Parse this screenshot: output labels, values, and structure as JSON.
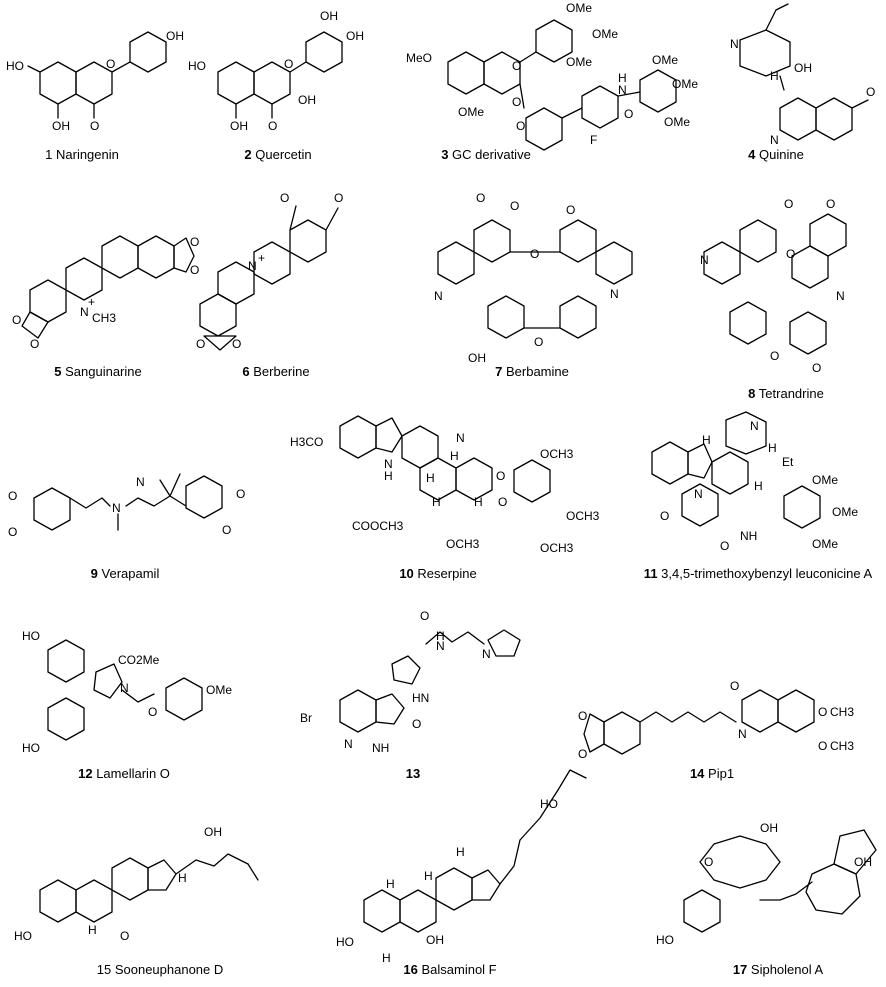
{
  "compounds": [
    {
      "num": "1",
      "name": "Naringenin",
      "bold_num": false
    },
    {
      "num": "2",
      "name": "Quercetin",
      "bold_num": true
    },
    {
      "num": "3",
      "name": "GC derivative",
      "bold_num": true
    },
    {
      "num": "4",
      "name": "Quinine",
      "bold_num": true
    },
    {
      "num": "5",
      "name": "Sanguinarine",
      "bold_num": true
    },
    {
      "num": "6",
      "name": "Berberine",
      "bold_num": true
    },
    {
      "num": "7",
      "name": "Berbamine",
      "bold_num": true
    },
    {
      "num": "8",
      "name": "Tetrandrine",
      "bold_num": true
    },
    {
      "num": "9",
      "name": "Verapamil",
      "bold_num": true
    },
    {
      "num": "10",
      "name": "Reserpine",
      "bold_num": true
    },
    {
      "num": "11",
      "name": "3,4,5-trimethoxybenzyl leuconicine A",
      "bold_num": true
    },
    {
      "num": "12",
      "name": "Lamellarin O",
      "bold_num": true
    },
    {
      "num": "13",
      "name": "",
      "bold_num": true
    },
    {
      "num": "14",
      "name": "Pip1",
      "bold_num": true
    },
    {
      "num": "15",
      "name": "Sooneuphanone D",
      "bold_num": false
    },
    {
      "num": "16",
      "name": "Balsaminol F",
      "bold_num": true
    },
    {
      "num": "17",
      "name": "Sipholenol A",
      "bold_num": true
    }
  ],
  "atoms": {
    "oh": "OH",
    "ho": "HO",
    "o": "O",
    "ome": "OMe",
    "meo": "MeO",
    "n": "N",
    "nh": "NH",
    "h": "H",
    "f": "F",
    "n_plus": "N",
    "plus": "+",
    "ch3": "CH3",
    "h3co": "H3CO",
    "och3": "OCH3",
    "cooch3": "COOCH3",
    "hn": "HN",
    "et": "Et",
    "co2me": "CO2Me",
    "br": "Br"
  }
}
